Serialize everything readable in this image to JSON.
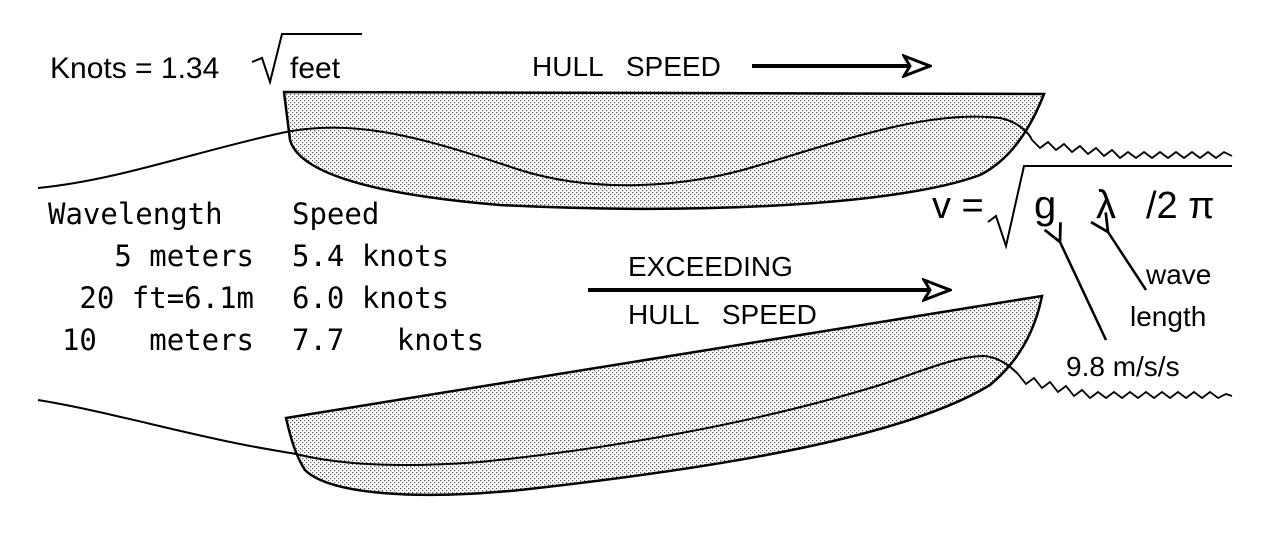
{
  "formula_top": {
    "prefix": "Knots = 1.34",
    "radicand": "feet"
  },
  "top_boat": {
    "label": "HULL   SPEED"
  },
  "table": {
    "header": {
      "wavelength": "Wavelength",
      "speed": "Speed"
    },
    "rows": [
      {
        "wavelength": "5 meters",
        "speed": "5.4 knots"
      },
      {
        "wavelength": "20 ft=6.1m",
        "speed": "6.0 knots"
      },
      {
        "wavelength": "10   meters",
        "speed": "7.7   knots"
      }
    ]
  },
  "bottom_boat": {
    "label_line1": "EXCEEDING",
    "label_line2": "HULL   SPEED"
  },
  "wave_formula": {
    "lhs": "v =",
    "g": "g",
    "lambda": "λ",
    "rest": "/2 π"
  },
  "annotations": {
    "wave_length_line1": "wave",
    "wave_length_line2": "length",
    "gravity": "9.8 m/s/s"
  }
}
